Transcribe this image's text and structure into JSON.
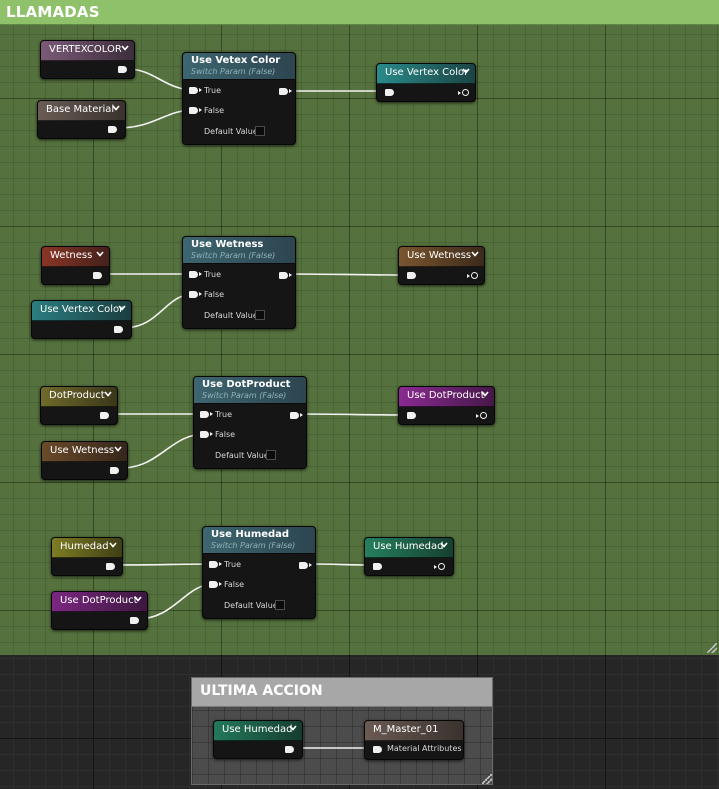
{
  "comments": {
    "main_title": "LLAMADAS",
    "last_title": "ULTIMA ACCION"
  },
  "switch_common": {
    "subtitle": "Switch Param (False)",
    "true_label": "True",
    "false_label": "False",
    "default_label": "Default Value"
  },
  "switches": [
    {
      "title": "Use Vetex Color"
    },
    {
      "title": "Use Wetness"
    },
    {
      "title": "Use DotProduct"
    },
    {
      "title": "Use Humedad"
    }
  ],
  "getters": [
    {
      "label": "VERTEXCOLOR",
      "color": "#7b5a78"
    },
    {
      "label": "Base Material",
      "color": "#6a5c55"
    },
    {
      "label": "Wetness",
      "color": "#8a3526"
    },
    {
      "label": "Use Vertex Color",
      "color": "#2a7d80"
    },
    {
      "label": "DotProduct",
      "color": "#706a2c"
    },
    {
      "label": "Use Wetness",
      "color": "#6a4a2a"
    },
    {
      "label": "Humedad",
      "color": "#7d7d24"
    },
    {
      "label": "Use DotProduct",
      "color": "#7a2780"
    },
    {
      "label": "Use Humedad",
      "color": "#23795b"
    }
  ],
  "setters": [
    {
      "label": "Use Vertex Color",
      "color": "#2a8a8a"
    },
    {
      "label": "Use Wetness",
      "color": "#7a5530"
    },
    {
      "label": "Use DotProduct",
      "color": "#8a2a92"
    },
    {
      "label": "Use Humedad",
      "color": "#25805e"
    }
  ],
  "material_output": {
    "title": "M_Master_01",
    "pin_label": "Material Attributes",
    "color": "#6a5a52"
  }
}
